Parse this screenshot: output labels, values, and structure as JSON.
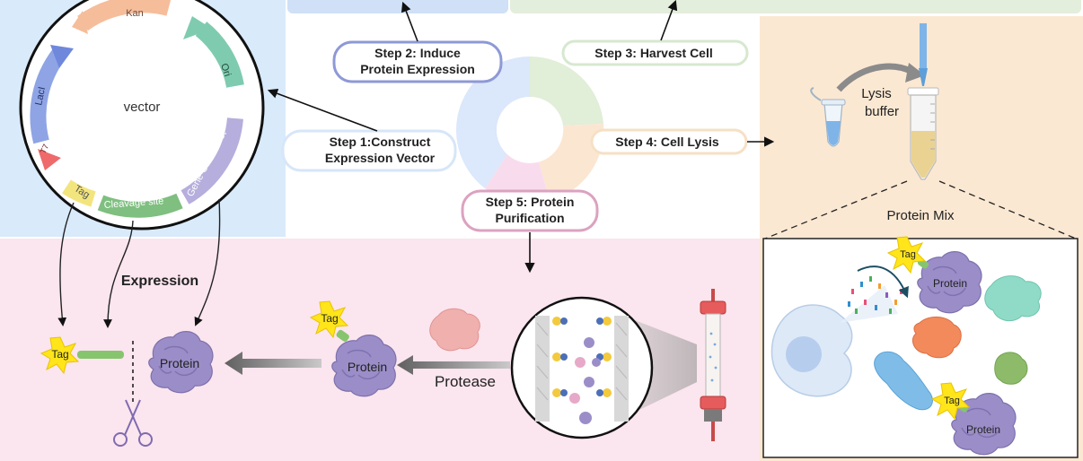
{
  "plasmid": {
    "center_label": "vector",
    "segments": {
      "kan": "Kan",
      "ori": "Ori",
      "lacl": "LacI",
      "t7": "T7",
      "tag": "Tag",
      "cleavage": "Cleavage site",
      "goi": "Gene Of Interest"
    }
  },
  "steps": [
    {
      "line1": "Step 1:Construct",
      "line2": "Expression Vector",
      "color": "#cfe3f7"
    },
    {
      "line1": "Step 2: Induce",
      "line2": "Protein Expression",
      "color": "#8e99d6"
    },
    {
      "line1": "Step 3: Harvest Cell",
      "line2": "",
      "color": "#d7e8cf"
    },
    {
      "line1": "Step 4: Cell Lysis",
      "line2": "",
      "color": "#f6e0c5"
    },
    {
      "line1": "Step 5: Protein",
      "line2": "Purification",
      "color": "#dca2c0"
    }
  ],
  "lysis": {
    "buffer_line1": "Lysis",
    "buffer_line2": "buffer",
    "protein_mix": "Protein Mix"
  },
  "mix_labels": {
    "tag_top": "Tag",
    "protein_top": "Protein",
    "tag_bottom": "Tag",
    "protein_bottom": "Protein"
  },
  "purification": {
    "expression": "Expression",
    "protease": "Protease",
    "tag_left": "Tag",
    "protein_left": "Protein",
    "tag_mid": "Tag",
    "protein_mid": "Protein"
  },
  "colors": {
    "vector_panel": "#d9eafa",
    "lysis_panel": "#fbe8d2",
    "bottom_panel": "#fbe5ee",
    "protein": "#9b8ec8",
    "tag": "#ffe51a",
    "linker": "#86c56d"
  },
  "icons": [
    "scissors-icon",
    "cell-icon",
    "tube-icon",
    "pipette-icon",
    "column-icon"
  ]
}
